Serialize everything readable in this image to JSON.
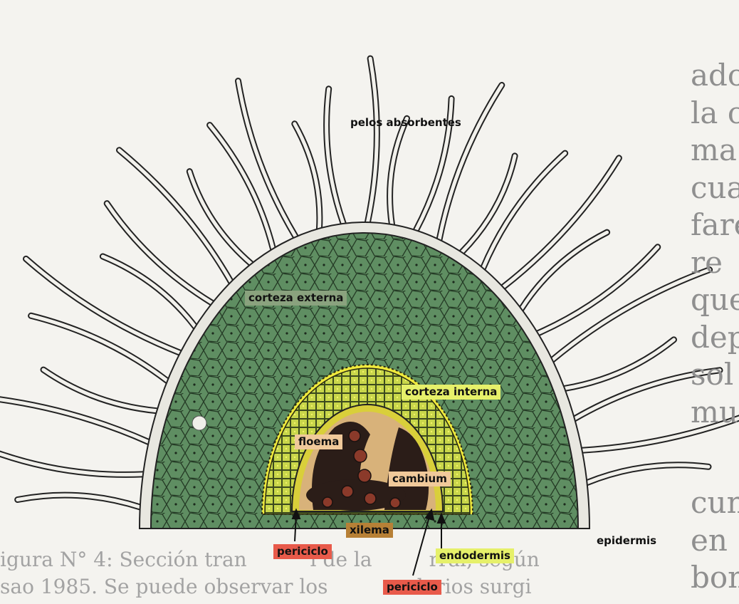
{
  "labels": {
    "root_hairs": "pelos absorbentes",
    "outer_cortex": "corteza externa",
    "inner_cortex": "corteza interna",
    "phloem": "floema",
    "cambium": "cambium",
    "xylem": "xilema",
    "pericycle_left": "periciclo",
    "pericycle_bottom": "periciclo",
    "endodermis": "endodermis",
    "epidermis": "epidermis"
  },
  "background_text": {
    "right_column": "ado\nla c\nma\ncua\nfare\nre\nque\ndep\nsol\nmu",
    "right_bottom": "cun\nen\nbom",
    "caption_line1": "igura N° 4: Sección tran          l de la         rral, según",
    "caption_line2": "sao 1985. Se puede observar los         undarios surgi"
  },
  "colors": {
    "outer_cortex": "#5f8e62",
    "inner_cortex": "#c8d64a",
    "stele": "#3a2a22",
    "hair": "#f2f1ec"
  }
}
